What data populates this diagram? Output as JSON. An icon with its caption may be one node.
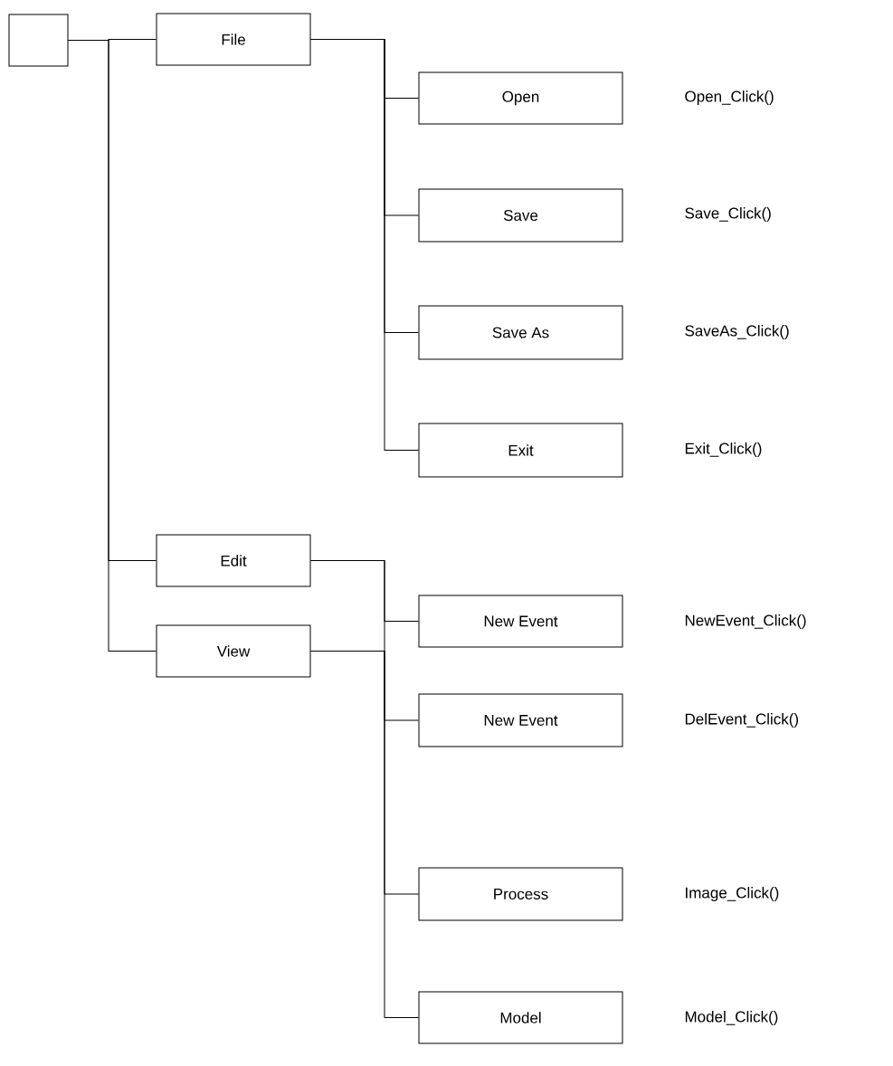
{
  "diagram": {
    "nodes": [
      {
        "text": [],
        "shape": "box"
      },
      {
        "text": [
          "File"
        ]
      },
      {
        "text": [
          "Open"
        ]
      },
      {
        "text": [
          "Save"
        ]
      },
      {
        "text": [
          "Save As"
        ]
      },
      {
        "text": [
          "Exit"
        ]
      },
      {
        "text": [
          "Edit"
        ]
      },
      {
        "text": [
          "New Event"
        ]
      },
      {
        "text": [
          "New Event"
        ]
      },
      {
        "text": [
          "View"
        ]
      },
      {
        "text": [
          "Process"
        ]
      },
      {
        "text": [
          "Model"
        ]
      }
    ],
    "labels": [
      "Open_Click()",
      "Save_Click()",
      "SaveAs_Click()",
      "Exit_Click()",
      "NewEvent_Click()",
      "DelEvent_Click()",
      "Image_Click()",
      "Model_Click()"
    ],
    "edges": [
      {
        "from": 0,
        "to": 1,
        "arrow": "none"
      },
      {
        "from": 0,
        "to": 6,
        "arrow": "none"
      },
      {
        "from": 0,
        "to": 9,
        "arrow": "none"
      },
      {
        "from": 1,
        "to": 2,
        "arrow": "none"
      },
      {
        "from": 1,
        "to": 3,
        "arrow": "none"
      },
      {
        "from": 1,
        "to": 4,
        "arrow": "none"
      },
      {
        "from": 1,
        "to": 5,
        "arrow": "none"
      },
      {
        "from": 6,
        "to": 7,
        "arrow": "none"
      },
      {
        "from": 6,
        "to": 8,
        "arrow": "none"
      },
      {
        "from": 9,
        "to": 10,
        "arrow": "none"
      },
      {
        "from": 9,
        "to": 11,
        "arrow": "none"
      }
    ]
  }
}
